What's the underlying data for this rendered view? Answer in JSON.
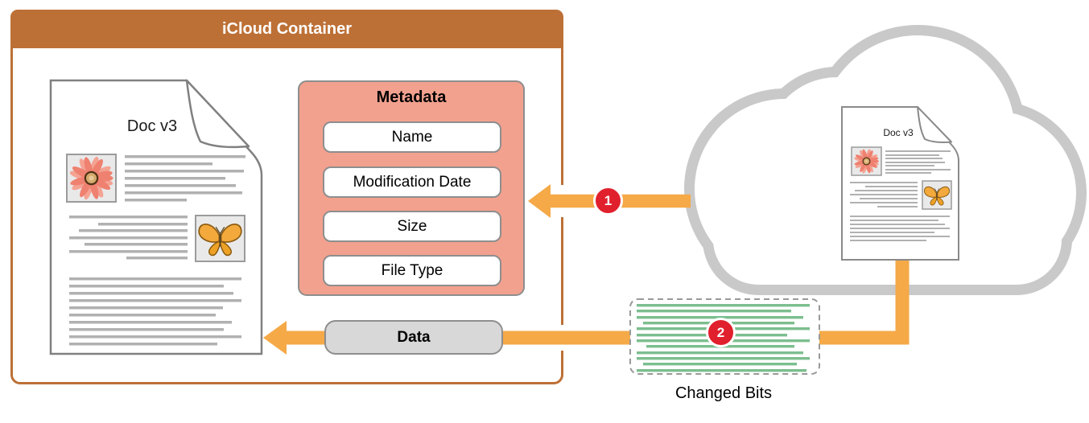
{
  "container": {
    "title": "iCloud Container"
  },
  "big_doc": {
    "title": "Doc v3"
  },
  "cloud_doc": {
    "title": "Doc v3"
  },
  "metadata": {
    "title": "Metadata",
    "fields": [
      "Name",
      "Modification Date",
      "Size",
      "File Type"
    ]
  },
  "data_capsule": {
    "label": "Data"
  },
  "changed_bits": {
    "label": "Changed Bits",
    "badge": "2"
  },
  "arrow1": {
    "badge": "1"
  },
  "colors": {
    "container_brown": "#bd7036",
    "metadata_pink": "#f2a18e",
    "arrow_orange": "#f5a947",
    "badge_red": "#e1202d",
    "changed_green": "#7cbe8f",
    "cloud_gray": "#c9c9c9",
    "text_line_gray": "#b1b1b1"
  },
  "doc_lines": {
    "big_para1": [
      [
        155,
        193,
        150
      ],
      [
        155,
        202,
        109
      ],
      [
        155,
        211,
        148
      ],
      [
        155,
        220,
        125
      ],
      [
        155,
        229,
        138
      ],
      [
        155,
        238,
        146
      ],
      [
        155,
        247,
        77
      ]
    ],
    "big_para2": [
      [
        86,
        268,
        147
      ],
      [
        122,
        277,
        111
      ],
      [
        98,
        285,
        135
      ],
      [
        86,
        294,
        147
      ],
      [
        105,
        302,
        128
      ],
      [
        86,
        311,
        147
      ],
      [
        157,
        319,
        76
      ]
    ],
    "big_para3": [
      [
        86,
        345,
        214
      ],
      [
        86,
        354,
        192
      ],
      [
        86,
        363,
        204
      ],
      [
        86,
        372,
        214
      ],
      [
        86,
        381,
        191
      ],
      [
        86,
        390,
        182
      ],
      [
        86,
        399,
        202
      ],
      [
        86,
        408,
        192
      ],
      [
        86,
        417,
        214
      ],
      [
        86,
        426,
        184
      ]
    ],
    "small_para1": [
      [
        1100,
        187,
        81
      ],
      [
        1100,
        192,
        67
      ],
      [
        1100,
        196,
        71
      ],
      [
        1100,
        201,
        74
      ],
      [
        1100,
        205,
        61
      ],
      [
        1100,
        210,
        81
      ],
      [
        1100,
        214,
        57
      ]
    ],
    "small_para2": [
      [
        1056,
        226,
        84
      ],
      [
        1075,
        231,
        65
      ],
      [
        1062,
        236,
        78
      ],
      [
        1056,
        241,
        84
      ],
      [
        1068,
        246,
        72
      ],
      [
        1056,
        251,
        84
      ],
      [
        1090,
        256,
        50
      ]
    ],
    "small_para3": [
      [
        1056,
        268,
        124
      ],
      [
        1056,
        273,
        110
      ],
      [
        1056,
        278,
        118
      ],
      [
        1056,
        283,
        124
      ],
      [
        1056,
        288,
        105
      ],
      [
        1056,
        293,
        124
      ],
      [
        1056,
        298,
        95
      ]
    ],
    "changed_bits": [
      [
        791,
        378,
        215
      ],
      [
        791,
        385,
        192
      ],
      [
        791,
        393,
        207
      ],
      [
        799,
        400,
        188
      ],
      [
        791,
        407,
        215
      ],
      [
        791,
        415,
        187
      ],
      [
        791,
        422,
        215
      ],
      [
        803,
        429,
        184
      ],
      [
        791,
        437,
        207
      ],
      [
        791,
        444,
        215
      ],
      [
        799,
        451,
        191
      ],
      [
        791,
        459,
        211
      ]
    ]
  }
}
